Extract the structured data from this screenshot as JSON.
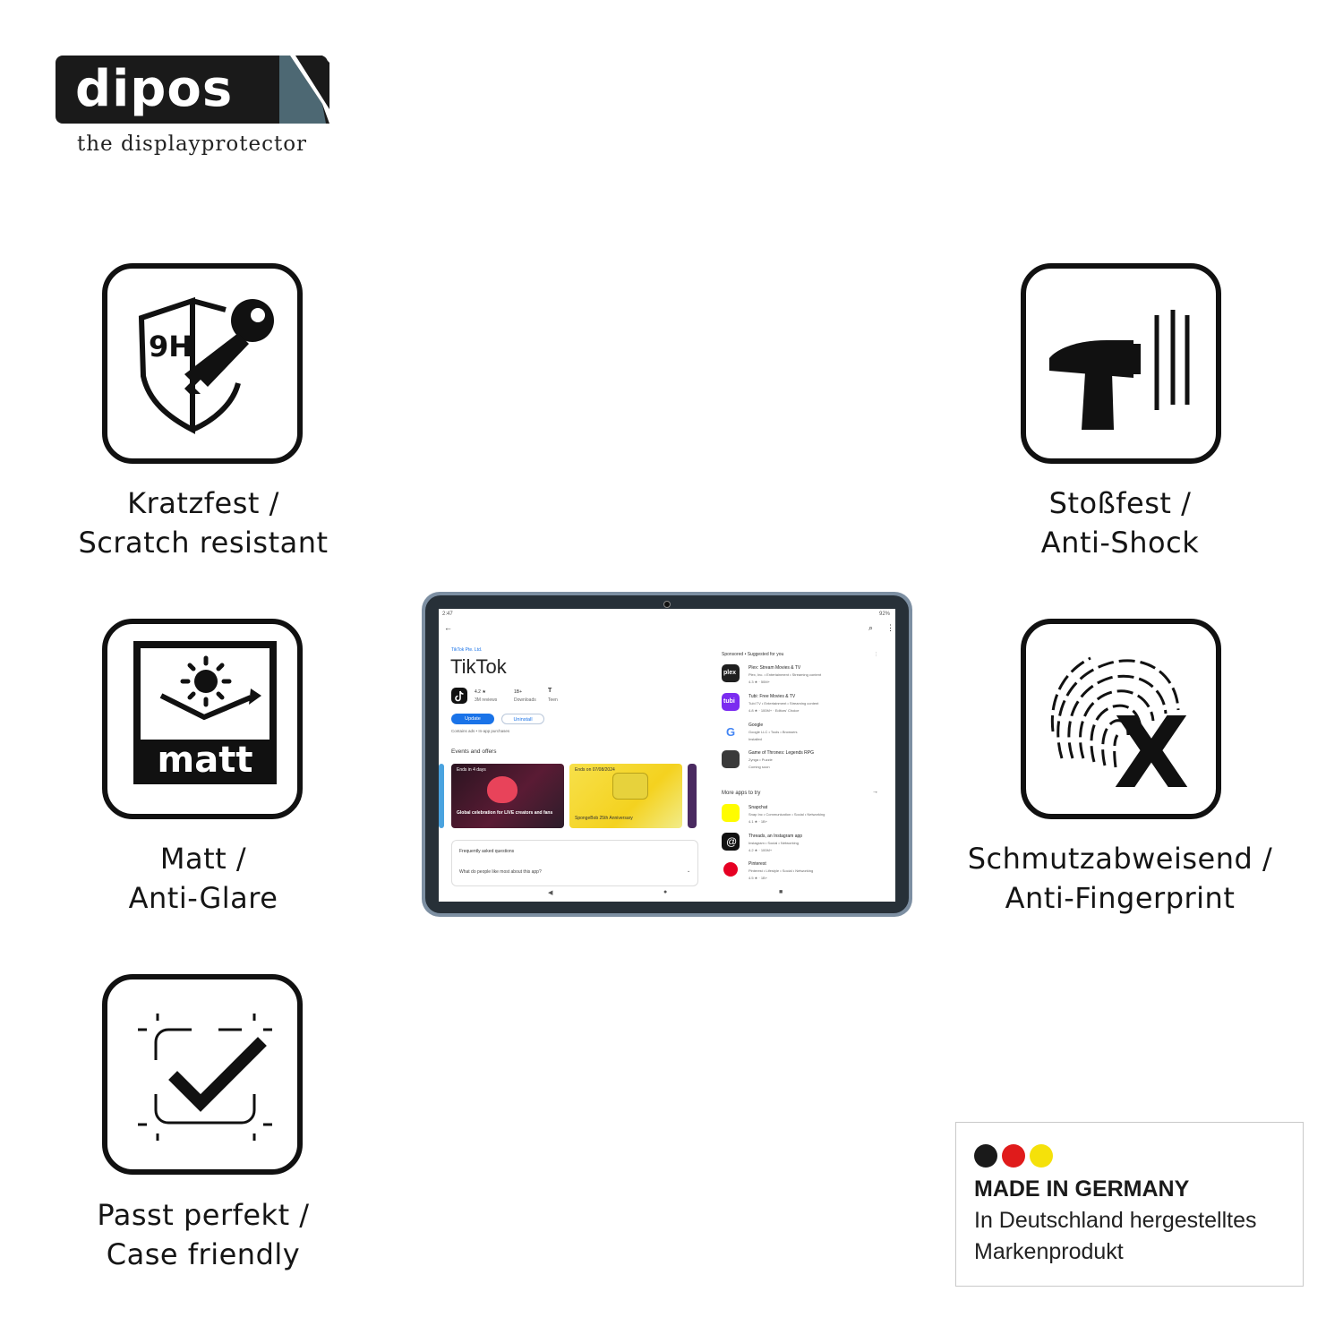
{
  "brand": {
    "name": "dipos",
    "tagline": "the displayprotector"
  },
  "features": [
    {
      "id": "scratch",
      "icon": "shield-9h-key-icon",
      "badge": "9H",
      "line1": "Kratzfest /",
      "line2": "Scratch resistant"
    },
    {
      "id": "shock",
      "icon": "hammer-icon",
      "line1": "Stoßfest /",
      "line2": "Anti-Shock"
    },
    {
      "id": "matt",
      "icon": "matt-sun-icon",
      "badge": "matt",
      "line1": "Matt /",
      "line2": "Anti-Glare"
    },
    {
      "id": "fingerprint",
      "icon": "fingerprint-x-icon",
      "badge": "X",
      "line1": "Schmutzabweisend /",
      "line2": "Anti-Fingerprint"
    },
    {
      "id": "fit",
      "icon": "checkmark-frame-icon",
      "line1": "Passt perfekt /",
      "line2": "Case friendly"
    }
  ],
  "tablet_screen": {
    "status_time": "2:47",
    "status_right": "92%",
    "developer": "TikTok Pte. Ltd.",
    "app_title": "TikTok",
    "rating": "4.2 ★",
    "reviews": "3M reviews",
    "downloads": "1B+",
    "downloads_label": "Downloads",
    "age": "Teen",
    "update_btn": "Update",
    "uninstall_btn": "Uninstall",
    "purchase_note": "Contains ads • In-app purchases",
    "events_heading": "Events and offers",
    "event1_badge": "Ends in 4 days",
    "event1_title": "Global celebration for LIVE creators and fans",
    "event2_badge": "Ends on 07/08/2024",
    "event2_title": "SpongeBob 25th Anniversary",
    "faq_heading": "Frequently asked questions",
    "faq_q": "What do people like most about this app?",
    "sponsored": "Sponsored • Suggested for you",
    "suggested": [
      {
        "name": "Plex: Stream Movies & TV",
        "sub": "Plex, Inc. • Entertainment • Streaming content",
        "meta": "4.3 ★ · 50M+",
        "icon_text": "plex",
        "color": "#1f1f1f"
      },
      {
        "name": "Tubi: Free Movies & TV",
        "sub": "Tubi TV • Entertainment • Streaming content",
        "meta": "4.8 ★ · 100M+ · Editors' Choice",
        "icon_text": "tubi",
        "color": "#7b2cf0"
      },
      {
        "name": "Google",
        "sub": "Google LLC • Tools • Browsers",
        "meta": "Installed",
        "icon_text": "G",
        "color": "#ffffff"
      },
      {
        "name": "Game of Thrones: Legends RPG",
        "sub": "Zynga • Puzzle",
        "meta": "Coming soon",
        "icon_text": "",
        "color": "#3a3a3a"
      }
    ],
    "more_apps": "More apps to try",
    "more": [
      {
        "name": "Snapchat",
        "sub": "Snap Inc • Communication • Social • Networking",
        "meta": "4.1 ★ · 1B+",
        "color": "#fffc00"
      },
      {
        "name": "Threads, an Instagram app",
        "sub": "Instagram • Social • Networking",
        "meta": "4.2 ★ · 100M+",
        "color": "#111111"
      },
      {
        "name": "Pinterest",
        "sub": "Pinterest • Lifestyle • Social • Networking",
        "meta": "4.5 ★ · 1B+",
        "color": "#e60023"
      }
    ]
  },
  "made_in": {
    "title": "MADE IN GERMANY",
    "line1": "In Deutschland hergestelltes",
    "line2": "Markenprodukt",
    "flag_colors": [
      "#1a1a1a",
      "#e01b1b",
      "#f5e10a"
    ]
  }
}
